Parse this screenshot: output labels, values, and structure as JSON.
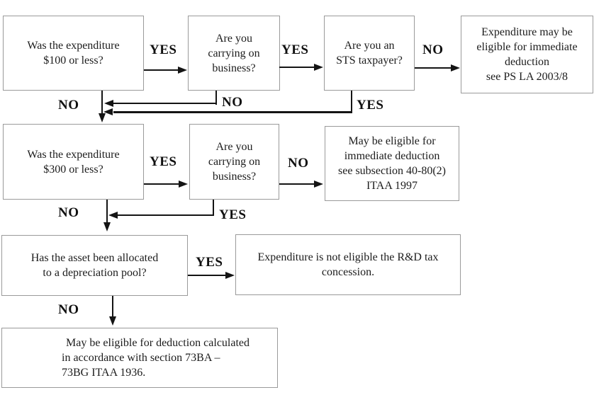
{
  "diagram": {
    "nodes": {
      "q100": {
        "lines": [
          "Was the expenditure",
          "$100 or less?"
        ]
      },
      "business1": {
        "lines": [
          "Are you",
          "carrying on",
          "business?"
        ]
      },
      "sts": {
        "lines": [
          "Are you an",
          "STS taxpayer?"
        ]
      },
      "ps_la": {
        "lines": [
          "Expenditure may be",
          "eligible for immediate",
          "deduction",
          "see PS LA 2003/8"
        ]
      },
      "q300": {
        "lines": [
          "Was the expenditure",
          "$300 or less?"
        ]
      },
      "business2": {
        "lines": [
          "Are you",
          "carrying on",
          "business?"
        ]
      },
      "sub4080": {
        "lines": [
          "May be eligible for",
          "immediate deduction",
          "see subsection 40-80(2)",
          "ITAA 1997"
        ]
      },
      "pool": {
        "lines": [
          "Has the asset been allocated",
          "to a depreciation pool?"
        ]
      },
      "rd_not_eligible": {
        "lines": [
          "Expenditure is not eligible the R&D tax",
          "concession."
        ]
      },
      "s73ba": {
        "lines": [
          "May be eligible for deduction calculated",
          "in accordance with section 73BA –",
          "73BG ITAA 1936."
        ]
      }
    },
    "labels": {
      "q100_yes": "YES",
      "business1_yes": "YES",
      "sts_no": "NO",
      "q100_no": "NO",
      "business1_no": "NO",
      "sts_yes": "YES",
      "q300_yes": "YES",
      "business2_no": "NO",
      "q300_no": "NO",
      "business2_yes": "YES",
      "pool_yes": "YES",
      "pool_no": "NO"
    },
    "colors": {
      "background": "#ffffff",
      "box_border": "#9a9a9a",
      "line": "#141414",
      "text": "#1c1c1c"
    }
  }
}
